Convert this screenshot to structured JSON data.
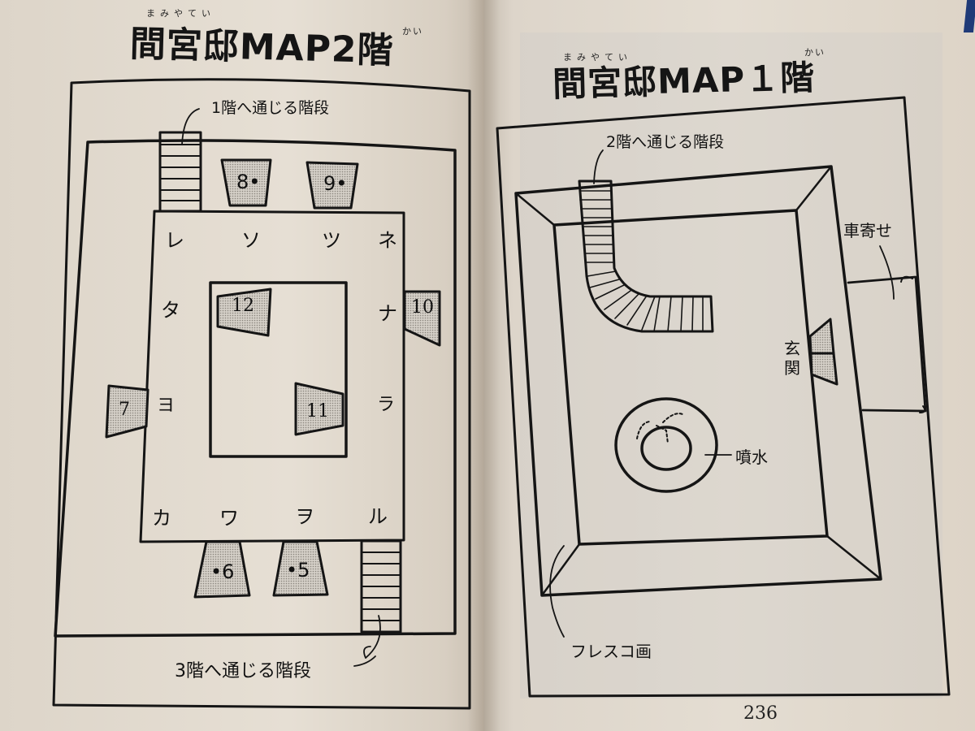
{
  "left_page": {
    "title": "間宮邸MAP2階",
    "title_ruby": "まみやてい",
    "title_ruby_kai": "かい",
    "stair_label_top": "1階へ通じる階段",
    "stair_label_bottom": "3階へ通じる階段",
    "rooms": [
      {
        "id": "8",
        "label": "8•"
      },
      {
        "id": "9",
        "label": "9•"
      },
      {
        "id": "10",
        "label": "10"
      },
      {
        "id": "12",
        "label": "12"
      },
      {
        "id": "7",
        "label": "7"
      },
      {
        "id": "11",
        "label": "11"
      },
      {
        "id": "6",
        "label": "•6"
      },
      {
        "id": "5",
        "label": "•5"
      }
    ],
    "corridor_marks": {
      "top": [
        "レ",
        "ソ",
        "ツ",
        "ネ"
      ],
      "middle_left": "タ",
      "middle_right": "ナ",
      "lower_left": "ヨ",
      "lower_right": "ラ",
      "bottom": [
        "カ",
        "ワ",
        "ヲ",
        "ル"
      ]
    }
  },
  "right_page": {
    "title": "間宮邸MAP１階",
    "title_ruby": "まみやてい",
    "title_ruby_kai": "かい",
    "stair_label": "2階へ通じる階段",
    "carriage_porch_label": "車寄せ",
    "entrance_label_1": "玄",
    "entrance_label_2": "関",
    "fountain_label": "噴水",
    "fresco_label": "フレスコ画",
    "page_number": "236"
  },
  "colors": {
    "ink": "#151515",
    "room_fill": "#c8c3bb",
    "paper_left": "#e6dfd4",
    "paper_right": "#e0dad0"
  }
}
